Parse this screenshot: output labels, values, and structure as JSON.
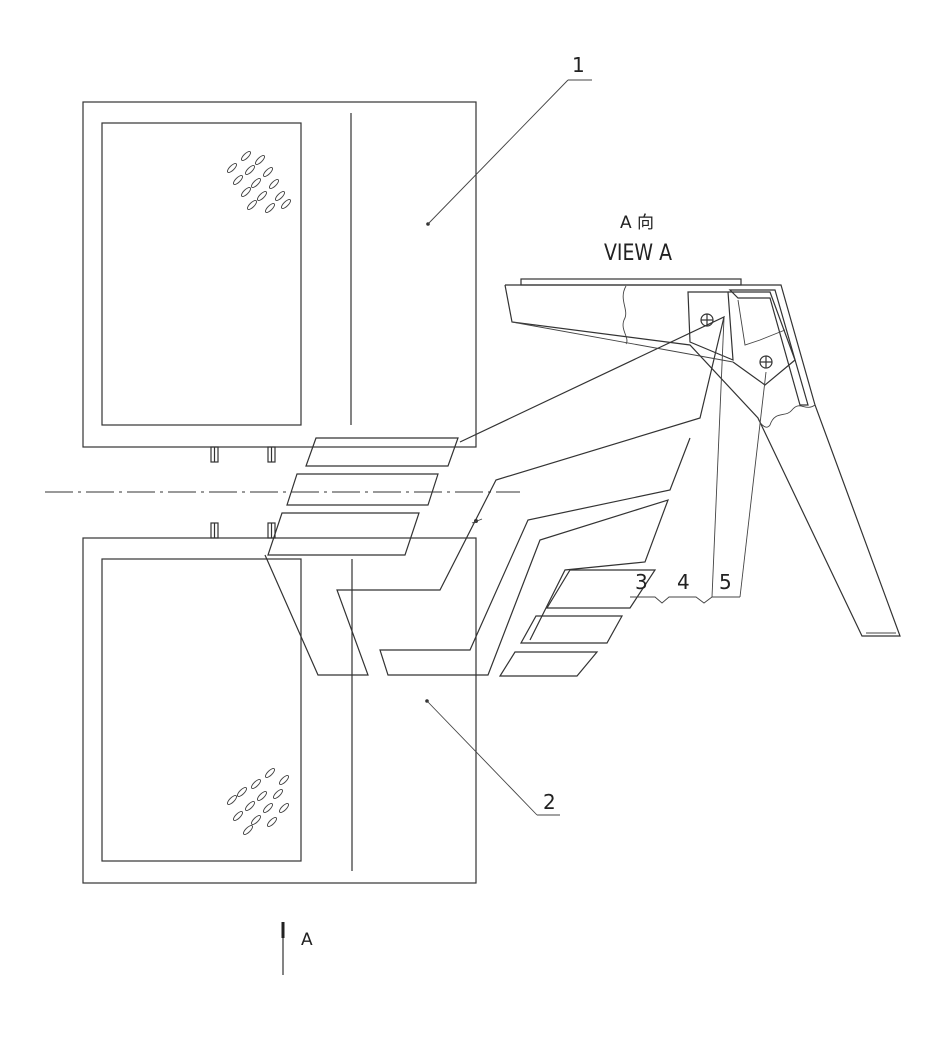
{
  "labels": {
    "part1": "1",
    "part2": "2",
    "part3": "3",
    "part4": "4",
    "part5": "5",
    "view_cn": "A 向",
    "view_en": "VIEW A",
    "arrow_a": "A"
  },
  "colors": {
    "line": "#333333",
    "background": "#ffffff"
  }
}
